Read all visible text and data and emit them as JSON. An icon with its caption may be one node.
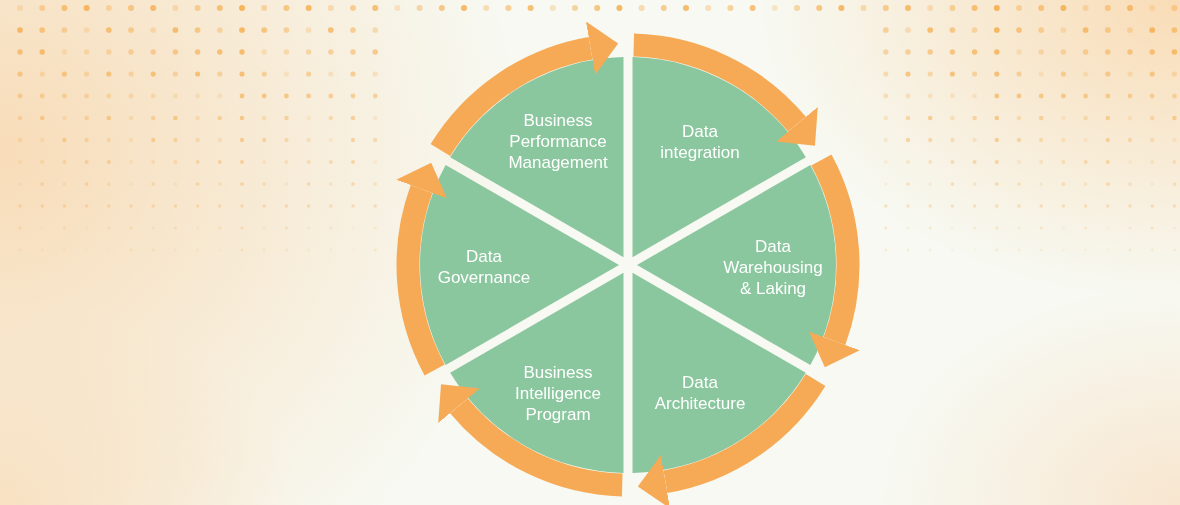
{
  "diagram": {
    "nodes": [
      {
        "text": [
          "Business Performance Management"
        ]
      },
      {
        "text": [
          "Data integration"
        ]
      },
      {
        "text": [
          "Data Warehousing & Laking"
        ]
      },
      {
        "text": [
          "Data Architecture"
        ]
      },
      {
        "text": [
          "Business Intelligence Program"
        ]
      },
      {
        "text": [
          "Data Governance"
        ]
      }
    ],
    "edges": [
      {
        "from": 0,
        "to": 1,
        "arrow": "to"
      },
      {
        "from": 1,
        "to": 2,
        "arrow": "to"
      },
      {
        "from": 2,
        "to": 3,
        "arrow": "to"
      },
      {
        "from": 3,
        "to": 4,
        "arrow": "to"
      },
      {
        "from": 4,
        "to": 5,
        "arrow": "to"
      },
      {
        "from": 5,
        "to": 0,
        "arrow": "to"
      }
    ]
  }
}
